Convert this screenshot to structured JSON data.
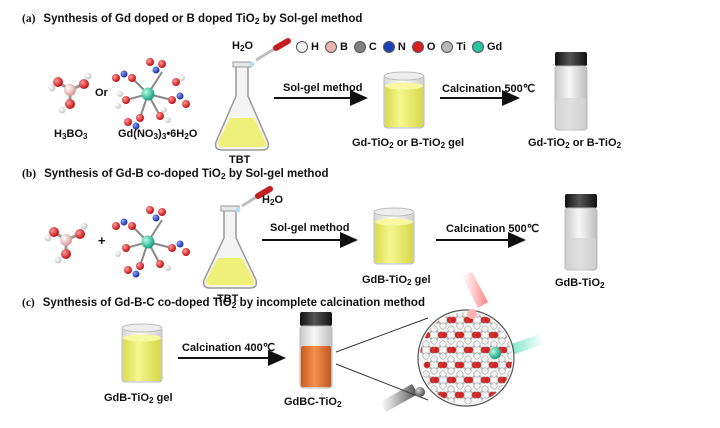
{
  "sections": {
    "a": {
      "label": "(a)",
      "title_pre": "Synthesis of Gd doped or B doped TiO",
      "title_sub": "2",
      "title_post": " by Sol-gel method"
    },
    "b": {
      "label": "(b)",
      "title_pre": "Synthesis of Gd-B co-doped TiO",
      "title_sub": "2",
      "title_post": " by Sol-gel method"
    },
    "c": {
      "label": "(c)",
      "title_pre": "Synthesis of Gd-B-C co-doped TiO",
      "title_sub": "2",
      "title_post": " by incomplete calcination method"
    }
  },
  "legend": [
    {
      "symbol": "H",
      "color": "#f2f2f2"
    },
    {
      "symbol": "B",
      "color": "#e8b4b0"
    },
    {
      "symbol": "C",
      "color": "#808080"
    },
    {
      "symbol": "N",
      "color": "#1f3fb5"
    },
    {
      "symbol": "O",
      "color": "#d92020"
    },
    {
      "symbol": "Ti",
      "color": "#b8b8b8"
    },
    {
      "symbol": "Gd",
      "color": "#2bc4a0"
    }
  ],
  "labels": {
    "water_a": {
      "pre": "H",
      "sub": "2",
      "post": "O"
    },
    "water_b": {
      "pre": "H",
      "sub": "2",
      "post": "O"
    },
    "or": "Or",
    "h3bo3": {
      "pre": "H",
      "sub1": "3",
      "mid": "BO",
      "sub2": "3"
    },
    "gd_nitrate": {
      "pre": "Gd(NO",
      "sub1": "3",
      "mid": ")",
      "sub2": "3",
      "post": "•6H",
      "sub3": "2",
      "post2": "O"
    },
    "tbt_a": "TBT",
    "tbt_b": "TBT",
    "plus": "+",
    "arrow_a1": "Sol-gel method",
    "arrow_a2": "Calcination 500℃",
    "arrow_b1": "Sol-gel method",
    "arrow_b2": "Calcination 500℃",
    "arrow_c1": "Calcination 400℃",
    "gel_a": {
      "pre": "Gd-TiO",
      "sub": "2",
      "post": " or B-TiO",
      "sub2": "2",
      "post2": " gel"
    },
    "product_a": {
      "pre": "Gd-TiO",
      "sub": "2",
      "post": " or B-TiO",
      "sub2": "2"
    },
    "gel_b": {
      "pre": "GdB-TiO",
      "sub": "2",
      "post": " gel"
    },
    "product_b": {
      "pre": "GdB-TiO",
      "sub": "2"
    },
    "gel_c": {
      "pre": "GdB-TiO",
      "sub": "2",
      "post": " gel"
    },
    "product_c": {
      "pre": "GdBC-TiO",
      "sub": "2"
    }
  },
  "colors": {
    "gel_yellow": "#eef07a",
    "powder_orange": "#e8783a",
    "arrow": "#111111",
    "tio2_red": "#d92020",
    "tio2_white": "#f2f2f2"
  }
}
